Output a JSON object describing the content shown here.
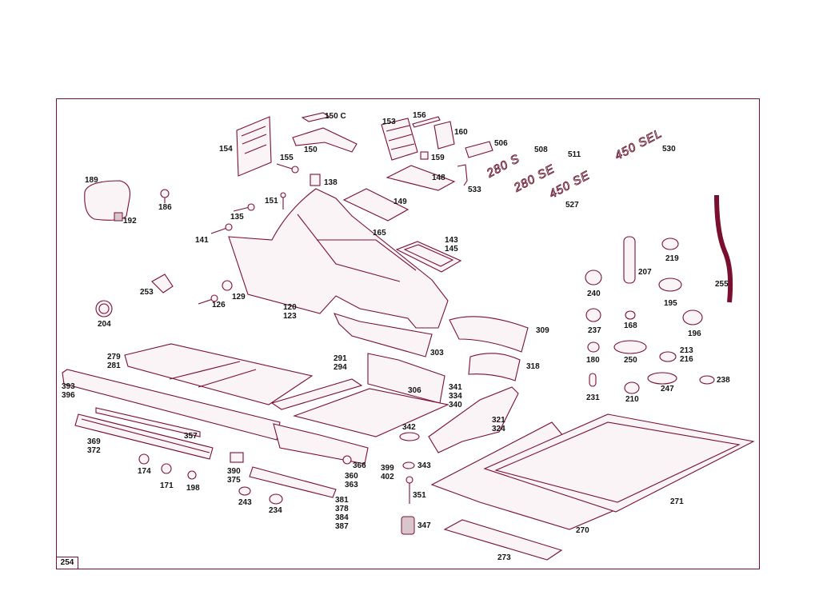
{
  "page_number": "254",
  "badges": [
    "280 S",
    "280 SE",
    "450 SE",
    "450 SEL"
  ],
  "labels": [
    {
      "id": "150C",
      "lines": [
        "150 C"
      ]
    },
    {
      "id": "156",
      "lines": [
        "156"
      ]
    },
    {
      "id": "153",
      "lines": [
        "153"
      ]
    },
    {
      "id": "160",
      "lines": [
        "160"
      ]
    },
    {
      "id": "159",
      "lines": [
        "159"
      ]
    },
    {
      "id": "154",
      "lines": [
        "154"
      ]
    },
    {
      "id": "150",
      "lines": [
        "150"
      ]
    },
    {
      "id": "155",
      "lines": [
        "155"
      ]
    },
    {
      "id": "138",
      "lines": [
        "138"
      ]
    },
    {
      "id": "148",
      "lines": [
        "148"
      ]
    },
    {
      "id": "533",
      "lines": [
        "533"
      ]
    },
    {
      "id": "506",
      "lines": [
        "506"
      ]
    },
    {
      "id": "508",
      "lines": [
        "508"
      ]
    },
    {
      "id": "511",
      "lines": [
        "511"
      ]
    },
    {
      "id": "530",
      "lines": [
        "530"
      ]
    },
    {
      "id": "527",
      "lines": [
        "527"
      ]
    },
    {
      "id": "189",
      "lines": [
        "189"
      ]
    },
    {
      "id": "186",
      "lines": [
        "186"
      ]
    },
    {
      "id": "192",
      "lines": [
        "192"
      ]
    },
    {
      "id": "151",
      "lines": [
        "151"
      ]
    },
    {
      "id": "149",
      "lines": [
        "149"
      ]
    },
    {
      "id": "135",
      "lines": [
        "135"
      ]
    },
    {
      "id": "141",
      "lines": [
        "141"
      ]
    },
    {
      "id": "165",
      "lines": [
        "165"
      ]
    },
    {
      "id": "143-145",
      "lines": [
        "143",
        "145"
      ]
    },
    {
      "id": "219",
      "lines": [
        "219"
      ]
    },
    {
      "id": "207",
      "lines": [
        "207"
      ]
    },
    {
      "id": "255",
      "lines": [
        "255"
      ]
    },
    {
      "id": "240",
      "lines": [
        "240"
      ]
    },
    {
      "id": "195",
      "lines": [
        "195"
      ]
    },
    {
      "id": "253",
      "lines": [
        "253"
      ]
    },
    {
      "id": "129",
      "lines": [
        "129"
      ]
    },
    {
      "id": "126",
      "lines": [
        "126"
      ]
    },
    {
      "id": "120-123",
      "lines": [
        "120",
        "123"
      ]
    },
    {
      "id": "204",
      "lines": [
        "204"
      ]
    },
    {
      "id": "237",
      "lines": [
        "237"
      ]
    },
    {
      "id": "168",
      "lines": [
        "168"
      ]
    },
    {
      "id": "196",
      "lines": [
        "196"
      ]
    },
    {
      "id": "309",
      "lines": [
        "309"
      ]
    },
    {
      "id": "303",
      "lines": [
        "303"
      ]
    },
    {
      "id": "279-281",
      "lines": [
        "279",
        "281"
      ]
    },
    {
      "id": "291-294",
      "lines": [
        "291",
        "294"
      ]
    },
    {
      "id": "180",
      "lines": [
        "180"
      ]
    },
    {
      "id": "250",
      "lines": [
        "250"
      ]
    },
    {
      "id": "213-216",
      "lines": [
        "213",
        "216"
      ]
    },
    {
      "id": "318",
      "lines": [
        "318"
      ]
    },
    {
      "id": "238",
      "lines": [
        "238"
      ]
    },
    {
      "id": "393-396",
      "lines": [
        "393",
        "396"
      ]
    },
    {
      "id": "306",
      "lines": [
        "306"
      ]
    },
    {
      "id": "341-334-340",
      "lines": [
        "341",
        "334",
        "340"
      ]
    },
    {
      "id": "247",
      "lines": [
        "247"
      ]
    },
    {
      "id": "231",
      "lines": [
        "231"
      ]
    },
    {
      "id": "210",
      "lines": [
        "210"
      ]
    },
    {
      "id": "321-324",
      "lines": [
        "321",
        "324"
      ]
    },
    {
      "id": "357",
      "lines": [
        "357"
      ]
    },
    {
      "id": "342",
      "lines": [
        "342"
      ]
    },
    {
      "id": "369-372",
      "lines": [
        "369",
        "372"
      ]
    },
    {
      "id": "366",
      "lines": [
        "366"
      ]
    },
    {
      "id": "343",
      "lines": [
        "343"
      ]
    },
    {
      "id": "399-402",
      "lines": [
        "399",
        "402"
      ]
    },
    {
      "id": "174",
      "lines": [
        "174"
      ]
    },
    {
      "id": "390-375",
      "lines": [
        "390",
        "375"
      ]
    },
    {
      "id": "360-363",
      "lines": [
        "360",
        "363"
      ]
    },
    {
      "id": "171",
      "lines": [
        "171"
      ]
    },
    {
      "id": "198",
      "lines": [
        "198"
      ]
    },
    {
      "id": "351",
      "lines": [
        "351"
      ]
    },
    {
      "id": "271",
      "lines": [
        "271"
      ]
    },
    {
      "id": "243",
      "lines": [
        "243"
      ]
    },
    {
      "id": "234",
      "lines": [
        "234"
      ]
    },
    {
      "id": "381-387",
      "lines": [
        "381",
        "378",
        "384",
        "387"
      ]
    },
    {
      "id": "347",
      "lines": [
        "347"
      ]
    },
    {
      "id": "270",
      "lines": [
        "270"
      ]
    },
    {
      "id": "273",
      "lines": [
        "273"
      ]
    }
  ]
}
